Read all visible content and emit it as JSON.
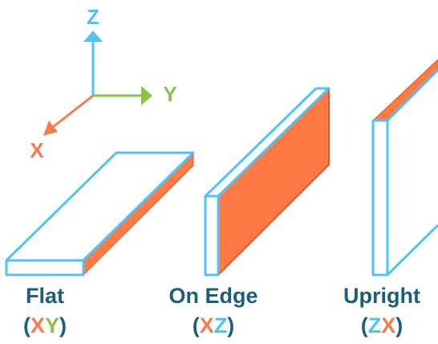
{
  "axes": {
    "z_label": "Z",
    "y_label": "Y",
    "x_label": "X",
    "colors": {
      "x": "#f57c4e",
      "y": "#8bc34a",
      "z": "#4fc3f7"
    }
  },
  "boards": [
    {
      "name": "Flat",
      "plane_open": "(",
      "plane_first": "X",
      "plane_second": "Y",
      "plane_close": ")"
    },
    {
      "name": "On Edge",
      "plane_open": "(",
      "plane_first": "X",
      "plane_second": "Z",
      "plane_close": ")"
    },
    {
      "name": "Upright",
      "plane_open": "(",
      "plane_first": "Z",
      "plane_second": "X",
      "plane_close": ")"
    }
  ],
  "colors": {
    "outline": "#4fc3f7",
    "face": "#ff7a45",
    "text": "#1b5e7e",
    "background": "#ffffff"
  }
}
